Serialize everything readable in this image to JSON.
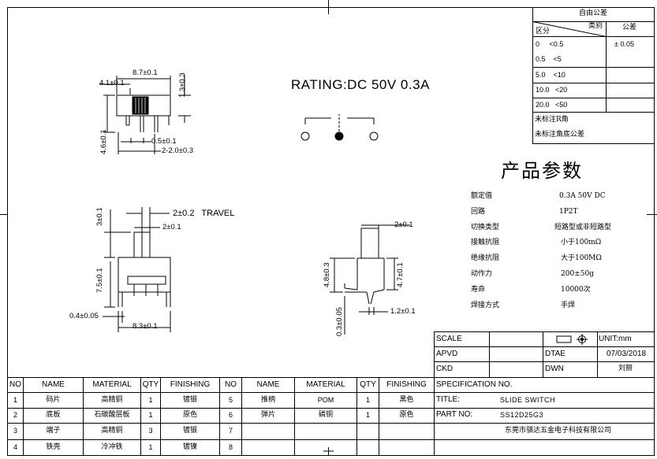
{
  "tolerance_table": {
    "title": "自由公差",
    "header_category": "类别",
    "header_zone": "区分",
    "header_tolerance": "公差",
    "rows": [
      {
        "range": "0     <0.5",
        "tolerance": "± 0.05"
      },
      {
        "range": "0.5    <5",
        "tolerance": ""
      },
      {
        "range": "5.0    <10",
        "tolerance": ""
      },
      {
        "range": "10.0   <20",
        "tolerance": ""
      },
      {
        "range": "20.0   <50",
        "tolerance": ""
      }
    ],
    "note1": "未标注R角",
    "note2": "未标注角底公差"
  },
  "rating": "RATING:DC  50V  0.3A",
  "params_title": "产品参数",
  "params": [
    {
      "label": "额定值",
      "value": "0.3A  50V  DC"
    },
    {
      "label": "回路",
      "value": "1P2T"
    },
    {
      "label": "切换类型",
      "value": "短路型或非短路型"
    },
    {
      "label": "接触抗阻",
      "value": "小于100mΩ"
    },
    {
      "label": "绝缘抗阻",
      "value": "大于100MΩ"
    },
    {
      "label": "动作力",
      "value": "200±50g"
    },
    {
      "label": "寿命",
      "value": "10000次"
    },
    {
      "label": "焊接方式",
      "value": "手焊"
    }
  ],
  "dimensions": {
    "top_width": "8.7±0.1",
    "top_left": "4.1±0.1",
    "top_height": "1.3±0.3",
    "pin_pitch": "0.5±0.1",
    "pin_span": "2-2.0±0.3",
    "left_height": "4.6±0.1",
    "travel": "2±0.2   TRAVEL",
    "knob_width": "2±0.1",
    "knob_height": "3±0.1",
    "body_height": "7.5±0.1",
    "pin_width": "0.4±0.05",
    "body_width": "8.3±0.1",
    "side_knob": "2±0.1",
    "side_h1": "4.8±0.3",
    "side_h2": "4.7±0.1",
    "side_thick": "0.3±0.05",
    "side_pin": "1.2±0.1"
  },
  "title_block": {
    "scale_label": "SCALE",
    "unit": "UNIT:mm",
    "apvd_label": "APVD",
    "date_label": "DTAE",
    "date": "07/03/2018",
    "ckd_label": "CKD",
    "dwn_label": "DWN",
    "dwn_name": "刘丽",
    "spec_label": "SPECIFICATION NO.",
    "title_label": "TITLE:",
    "title_value": "SLIDE SWITCH",
    "part_label": "PART NO:",
    "part_value": "SS12D25G3",
    "company": "东莞市骐达五金电子科技有限公司"
  },
  "bom": {
    "headers": [
      "NO",
      "NAME",
      "MATERIAL",
      "QTY",
      "FINISHING",
      "NO",
      "NAME",
      "MATERIAL",
      "QTY",
      "FINISHING"
    ],
    "rows": [
      [
        "1",
        "码片",
        "高精铜",
        "1",
        "镀银",
        "5",
        "推柄",
        "POM",
        "1",
        "黑色"
      ],
      [
        "2",
        "底板",
        "石碳酸层板",
        "1",
        "原色",
        "6",
        "弹片",
        "磷铜",
        "1",
        "原色"
      ],
      [
        "3",
        "端子",
        "高精铜",
        "3",
        "镀银",
        "7",
        "",
        "",
        "",
        ""
      ],
      [
        "4",
        "铁壳",
        "冷冲铁",
        "1",
        "镀镍",
        "8",
        "",
        "",
        "",
        ""
      ]
    ]
  }
}
